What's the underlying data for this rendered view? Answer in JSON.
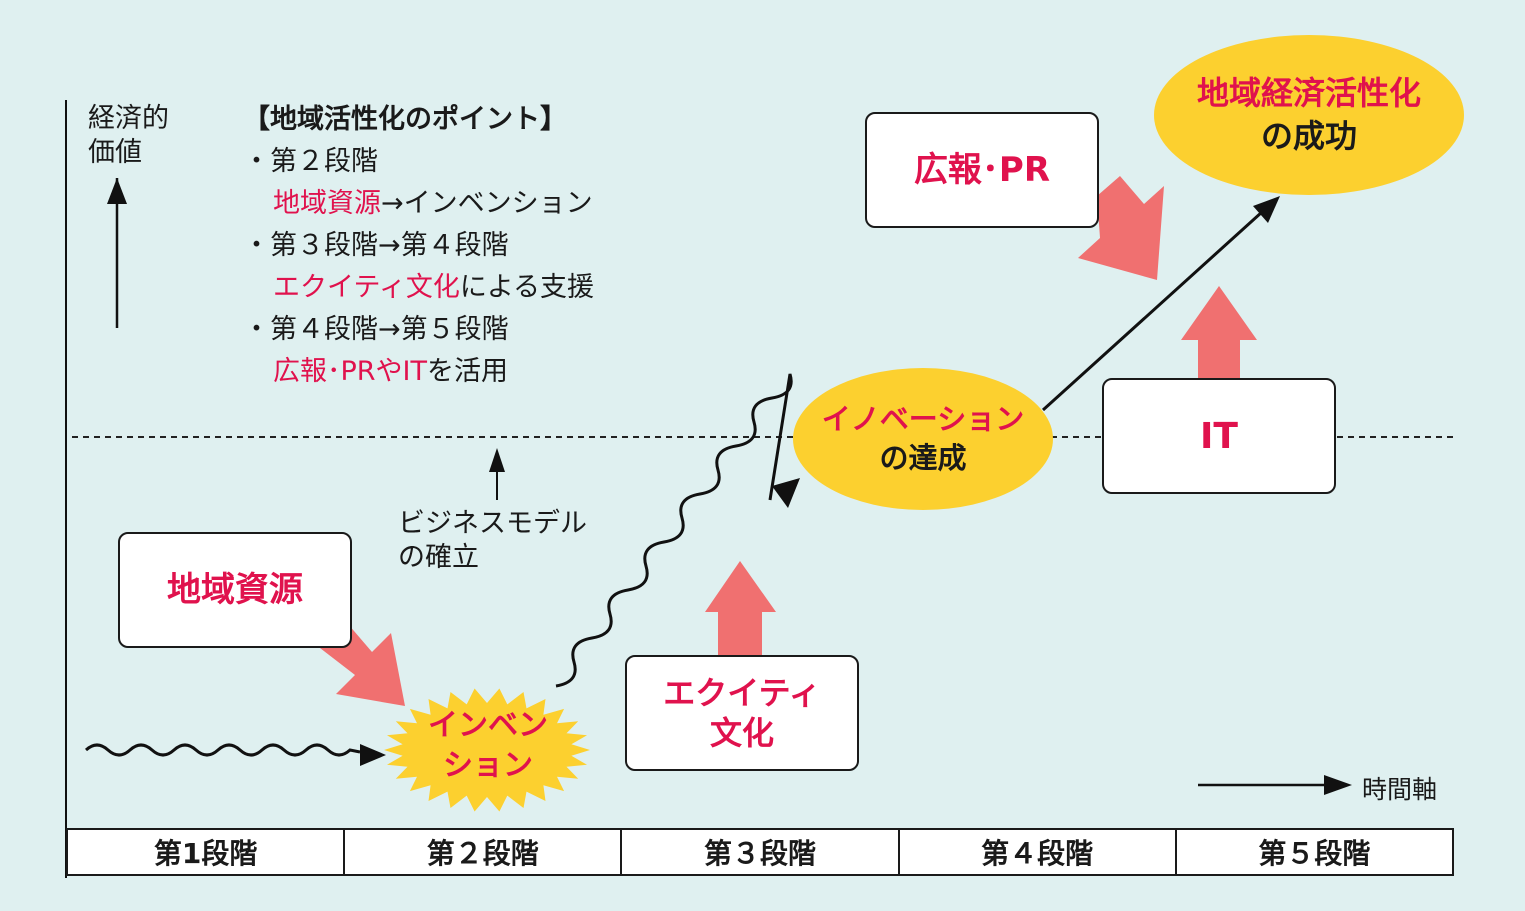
{
  "axes": {
    "y_label_line1": "経済的",
    "y_label_line2": "価値",
    "x_label": "時間軸"
  },
  "points": {
    "title": "【地域活性化のポイント】",
    "items": [
      {
        "stage": "・第２段階",
        "detail_pink": "地域資源",
        "detail_rest": "→インベンション"
      },
      {
        "stage": "・第３段階→第４段階",
        "detail_pink": "エクイティ文化",
        "detail_rest": "による支援"
      },
      {
        "stage": "・第４段階→第５段階",
        "detail_pink": "広報･PRやIT",
        "detail_rest": "を活用"
      }
    ]
  },
  "business_model": {
    "line1": "ビジネスモデル",
    "line2": "の確立"
  },
  "nodes": {
    "chiiki_shigen": "地域資源",
    "invention_line1": "インベン",
    "invention_line2": "ション",
    "equity_line1": "エクイティ",
    "equity_line2": "文化",
    "innovation_line1": "イノベーション",
    "innovation_line2": "の達成",
    "koho_pr": "広報･PR",
    "it": "IT",
    "success_line1": "地域経済活性化",
    "success_line2": "の成功"
  },
  "stages": [
    "第1段階",
    "第２段階",
    "第３段階",
    "第４段階",
    "第５段階"
  ],
  "colors": {
    "background": "#dff0f0",
    "accent_text": "#e0124d",
    "arrow_fill": "#f07070",
    "ellipse_fill": "#fcd02f"
  }
}
